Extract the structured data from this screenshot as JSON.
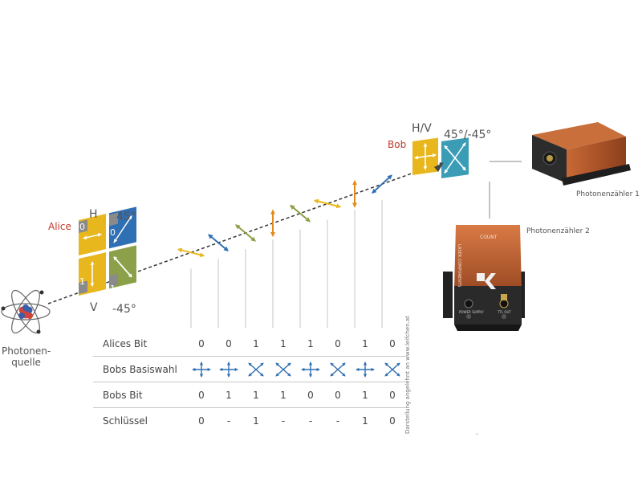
{
  "alice": {
    "name": "Alice",
    "basis_hv_label": "H",
    "basis_hv_bottom_label": "V",
    "basis_diag_label": "45°",
    "basis_diag_bottom_label": "-45°",
    "bit_top": "0",
    "bit_bottom": "1",
    "bit_top_diag": "0",
    "bit_bottom_diag": "1"
  },
  "bob": {
    "name": "Bob",
    "basis_hv_label": "H/V",
    "basis_diag_label": "45°/-45°"
  },
  "source": {
    "line1": "Photonen-",
    "line2": "quelle"
  },
  "counters": {
    "counter1_label": "Photonenzähler 1",
    "counter2_label": "Photonenzähler 2",
    "counter2_brand": "COUNT",
    "counter2_vertical_text": "LASER COMPONENTS",
    "power_label": "POWER SUPPLY",
    "ttl_label": "TTL OUT"
  },
  "table": {
    "rows": [
      {
        "label": "Alices Bit",
        "kind": "text",
        "cells": [
          "0",
          "0",
          "1",
          "1",
          "1",
          "0",
          "1",
          "0"
        ]
      },
      {
        "label": "Bobs Basiswahl",
        "kind": "basis",
        "cells": [
          "+",
          "+",
          "x",
          "x",
          "+",
          "x",
          "+",
          "x"
        ]
      },
      {
        "label": "Bobs Bit",
        "kind": "text",
        "cells": [
          "0",
          "1",
          "1",
          "1",
          "0",
          "0",
          "1",
          "0"
        ]
      },
      {
        "label": "Schlüssel",
        "kind": "text",
        "cells": [
          "0",
          "-",
          "1",
          "-",
          "-",
          "-",
          "1",
          "0"
        ]
      }
    ]
  },
  "photons": [
    {
      "polarization": "H",
      "color": "#e8b71d"
    },
    {
      "polarization": "-45",
      "color": "#2f6fb3"
    },
    {
      "polarization": "-45",
      "color": "#8ba048"
    },
    {
      "polarization": "V",
      "color": "#e28a1c"
    },
    {
      "polarization": "-45",
      "color": "#8ba048"
    },
    {
      "polarization": "H",
      "color": "#e8b71d"
    },
    {
      "polarization": "V",
      "color": "#e28a1c"
    },
    {
      "polarization": "45",
      "color": "#2f6fb3"
    }
  ],
  "credit": "Darstellung angelehnt an www.leifchen.at",
  "colors": {
    "yellow": "#e8b71d",
    "orange": "#e28a1c",
    "blue": "#2f6fb3",
    "green": "#8ba048",
    "teal": "#3a9cb5",
    "alice_red": "#c0392b",
    "basis_blue": "#2f6fb3",
    "device_copper": "#b85a2c",
    "device_dark": "#2a2a2a"
  }
}
